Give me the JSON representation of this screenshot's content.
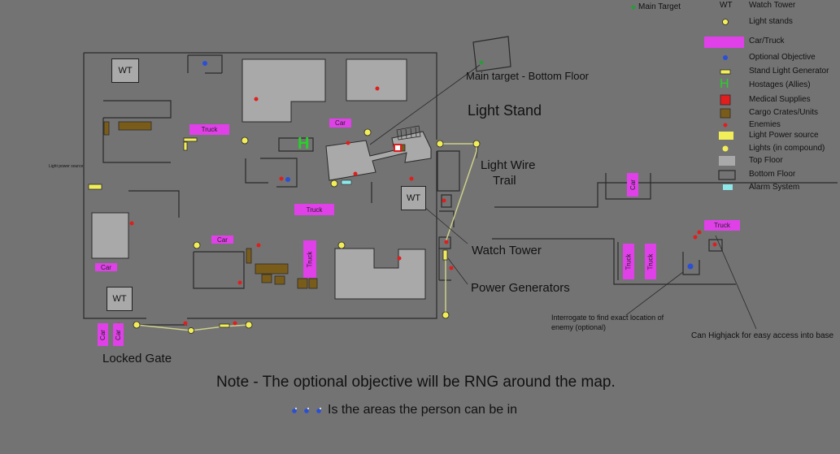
{
  "colors": {
    "background": "#737373",
    "building_top": "#a9a9a9",
    "vehicle": "#e040e8",
    "enemy": "#e01e1e",
    "optional_objective": "#2a4fd6",
    "main_target": "#2a9a3a",
    "light": "#f2ee5a",
    "hostage": "#2ad02a",
    "cargo": "#7a5c1a",
    "alarm": "#8ee8e8",
    "wire": "#cfcf8a"
  },
  "legend": {
    "main_target": "Main Target",
    "watch_tower_abbr": "WT",
    "watch_tower": "Watch Tower",
    "light_stands": "Light stands",
    "car_truck": "Car/Truck",
    "optional_objective": "Optional Objective",
    "stand_light_generator": "Stand Light Generator",
    "hostages_symbol": "H",
    "hostages": "Hostages (Allies)",
    "medical_supplies": "Medical Supplies",
    "cargo": "Cargo Crates/Units",
    "enemies": "Enemies",
    "light_power_source": "Light Power source",
    "lights_compound": "Lights (in compound)",
    "top_floor": "Top Floor",
    "bottom_floor": "Bottom Floor",
    "alarm_system": "Alarm System"
  },
  "labels": {
    "main_target_bottom": "Main target - Bottom Floor",
    "light_stand": "Light Stand",
    "light_wire_trail_1": "Light Wire",
    "light_wire_trail_2": "Trail",
    "watch_tower": "Watch Tower",
    "power_generators": "Power Generators",
    "locked_gate": "Locked Gate",
    "interrogate_1": "Interrogate to find exact location of",
    "interrogate_2": "enemy (optional)",
    "highjack": "Can Highjack for easy access into base",
    "light_power_source_small": "Light power source",
    "hostage_h": "H"
  },
  "map": {
    "watch_towers": [
      "WT",
      "WT",
      "WT"
    ],
    "vehicles": {
      "truck_1": "Truck",
      "car_1": "Car",
      "truck_2": "Truck",
      "car_2": "Car",
      "car_3": "Car",
      "truck_v1": "Truck",
      "car_gate_1": "Car",
      "car_gate_2": "Car",
      "car_east": "Car",
      "truck_east_1": "Truck",
      "truck_east_2": "Truck",
      "truck_east_3": "Truck"
    }
  },
  "notes": {
    "rng": "Note - The optional objective will be RNG around the map.",
    "areas": "Is the areas the person can be in"
  }
}
